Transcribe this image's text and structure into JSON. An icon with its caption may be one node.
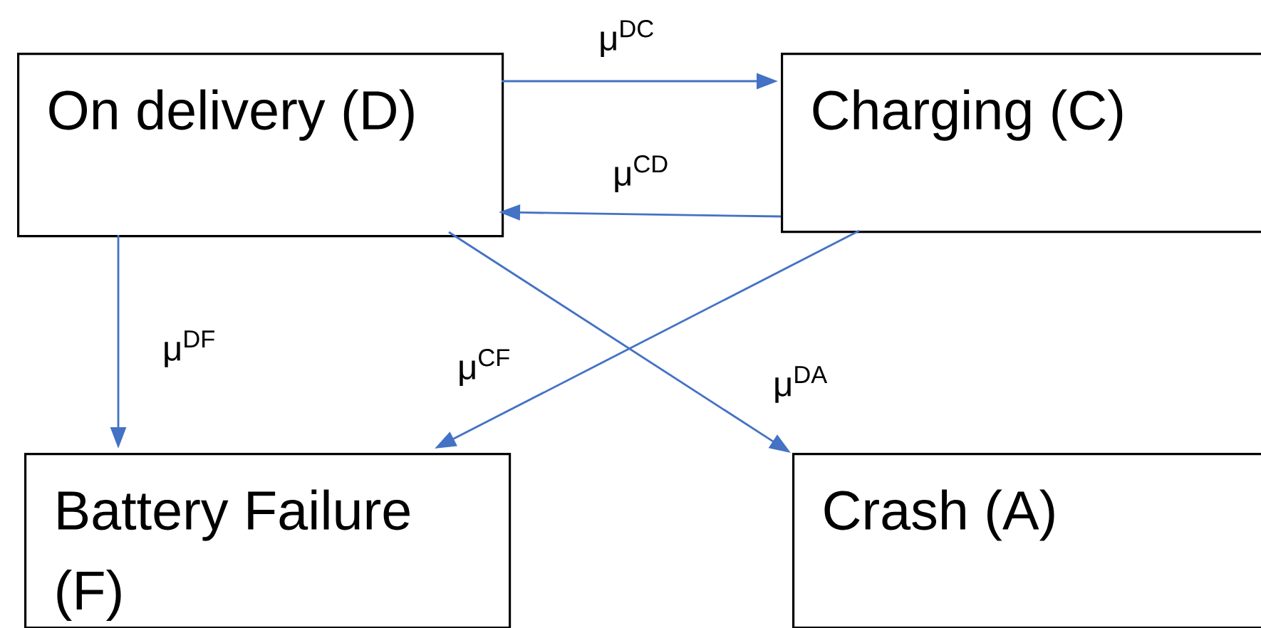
{
  "diagram": {
    "nodes": [
      {
        "text": [
          "On delivery (D)"
        ]
      },
      {
        "text": [
          "Charging (C)"
        ]
      },
      {
        "text": [
          "Battery Failure (F)"
        ]
      },
      {
        "text": [
          "Crash (A)"
        ]
      }
    ],
    "edges": [
      {
        "from": 0,
        "to": 1,
        "arrow": "to",
        "label": "μ$^{DC}$"
      },
      {
        "from": 1,
        "to": 0,
        "arrow": "to",
        "label": "μ$^{CD}$"
      },
      {
        "from": 0,
        "to": 2,
        "arrow": "to",
        "label": "μ$^{DF}$"
      },
      {
        "from": 1,
        "to": 2,
        "arrow": "to",
        "label": "μ$^{CF}$"
      },
      {
        "from": 0,
        "to": 3,
        "arrow": "to",
        "label": "μ$^{DA}$"
      }
    ]
  }
}
